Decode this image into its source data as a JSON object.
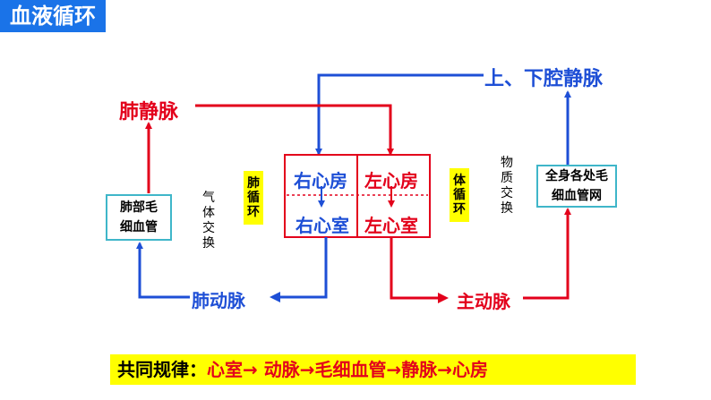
{
  "title": "血液循环",
  "labels": {
    "pulmonary_vein": "肺静脉",
    "vena_cava": "上、下腔静脉",
    "pulmonary_artery": "肺动脉",
    "aorta": "主动脉"
  },
  "boxes": {
    "lung_capillary_line1": "肺部毛",
    "lung_capillary_line2": "细血管",
    "body_capillary_line1": "全身各处毛",
    "body_capillary_line2": "细血管网"
  },
  "heart": {
    "right_atrium": "右心房",
    "left_atrium": "左心房",
    "right_ventricle": "右心室",
    "left_ventricle": "左心室"
  },
  "tags": {
    "pulmonary_circulation": "肺循环",
    "systemic_circulation": "体循环"
  },
  "side_text": {
    "gas_exchange": "气体交换",
    "material_exchange": "物质交换"
  },
  "rule": {
    "prefix": "共同规律：",
    "content": "心室→ 动脉→毛细血管→静脉→心房"
  },
  "colors": {
    "arterial_blood": "#e3001b",
    "venous_blood": "#1e4fd6",
    "title_bg": "#1a73e8",
    "tag_bg": "#ffff00",
    "box_border": "#3fb6c9"
  }
}
